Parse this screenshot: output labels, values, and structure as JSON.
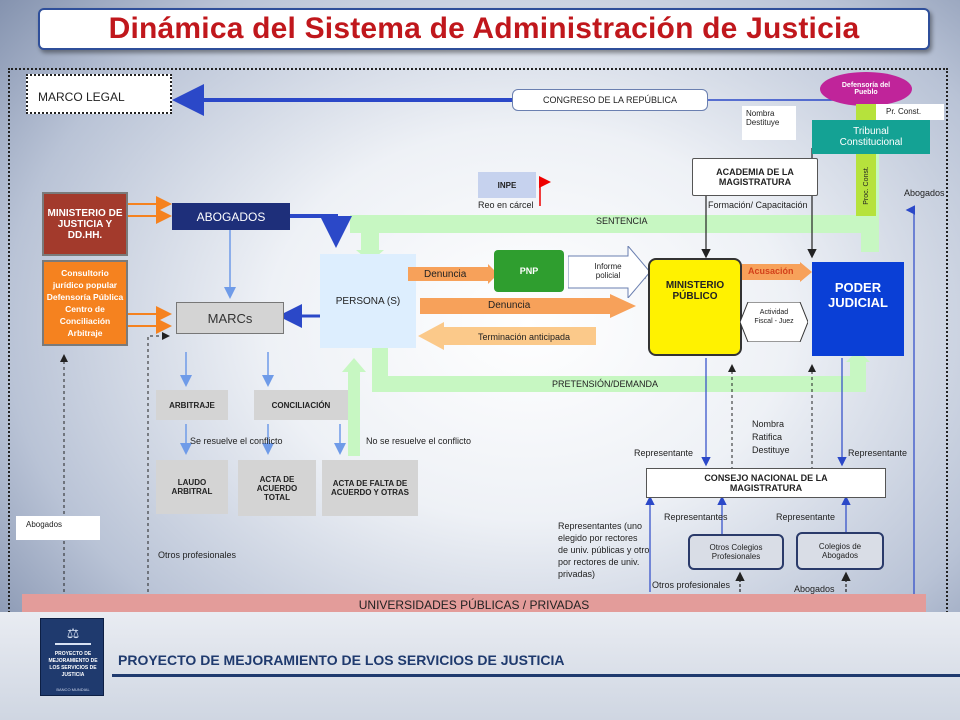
{
  "title": "Dinámica del Sistema de Administración de Justicia",
  "marco_legal": "MARCO LEGAL",
  "congreso": "CONGRESO DE LA REPÚBLICA",
  "defensoria": "Defensoría del Pueblo",
  "pr_const": "Pr. Const.",
  "nombra_destituye": "Nombra Destituye",
  "tribunal": "Tribunal Constitucional",
  "proc_const": "Proc. Const.",
  "abogados_right": "Abogados",
  "academia": "ACADEMIA DE LA MAGISTRATURA",
  "formacion": "Formación/ Capacitación",
  "inpe": "INPE",
  "reo": "Reo en cárcel",
  "sentencia": "SENTENCIA",
  "ministerio_justicia": "MINISTERIO DE JUSTICIA Y DD.HH.",
  "abogados": "ABOGADOS",
  "consultorio": "Consultorio jurídico popular Defensoría Pública Centro de Conciliación Arbitraje",
  "marcs": "MARCs",
  "persona": "PERSONA (S)",
  "denuncia1": "Denuncia",
  "pnp": "PNP",
  "informe": "Informe policial",
  "ministerio_publico": "MINISTERIO PÚBLICO",
  "acusacion": "Acusación",
  "poder_judicial": "PODER JUDICIAL",
  "actividad": "Actividad Fiscal - Juez",
  "denuncia2": "Denuncia",
  "terminacion": "Terminación anticipada",
  "pretension": "PRETENSIÓN/DEMANDA",
  "arbitraje": "ARBITRAJE",
  "conciliacion": "CONCILIACIÓN",
  "se_resuelve": "Se resuelve el conflicto",
  "no_se_resuelve": "No se resuelve el conflicto",
  "laudo": "LAUDO ARBITRAL",
  "acta_total": "ACTA DE ACUERDO TOTAL",
  "acta_falta": "ACTA DE FALTA DE ACUERDO Y OTRAS",
  "nombra_ratifica": "Nombra Ratifica Destituye",
  "representante_l": "Representante",
  "representante_r": "Representante",
  "cnm": "CONSEJO NACIONAL DE LA MAGISTRATURA",
  "representantes_l": "Representantes",
  "representante_m": "Representante",
  "reps_universidades": "Representantes (uno elegido por rectores de univ. públicas y otro por rectores de univ. privadas)",
  "otros_colegios": "Otros Colegios Profesionales",
  "colegios_abogados": "Colegios de Abogados",
  "otros_prof_r": "Otros profesionales",
  "abogados_bottom": "Abogados",
  "abogados_left": "Abogados",
  "otros_prof_l": "Otros profesionales",
  "universidades": "UNIVERSIDADES PÚBLICAS / PRIVADAS",
  "footer_text": "PROYECTO DE MEJORAMIENTO DE LOS SERVICIOS DE JUSTICIA",
  "logo_text": "PROYECTO DE MEJORAMIENTO DE LOS SERVICIOS DE JUSTICIA",
  "logo_sub": "BANCO MUNDIAL",
  "colors": {
    "title_red": "#c0171c",
    "navy": "#1e2f7a",
    "orange": "#f7a15a",
    "green_light": "#c7f7c2",
    "pnp_green": "#2f9e2f",
    "mp_yellow": "#fff200",
    "pj_blue": "#0a3fd6",
    "maroon": "#a33a2c",
    "consult_orange": "#f5821f",
    "pink": "#e39c9a",
    "purple": "#c0249a",
    "tribunal_teal": "#14a294",
    "proc_green": "#b6e23c"
  }
}
